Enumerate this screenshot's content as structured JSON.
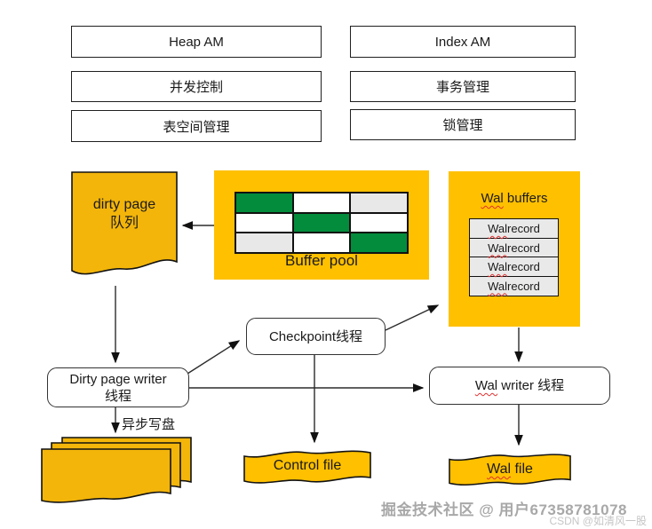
{
  "colors": {
    "panel_yellow": "#FFC000",
    "doc_yellow": "#F3B50A",
    "cell_green": "#028C3C",
    "cell_gray": "#E8E8E8",
    "cell_white": "#FFFFFF",
    "record_gray": "#E9E9E9",
    "squiggle_red": "#E03131",
    "line_color": "#2b2b2b"
  },
  "top_modules": {
    "left": [
      "Heap AM",
      "并发控制",
      "表空间管理"
    ],
    "right": [
      "Index AM",
      "事务管理",
      "锁管理"
    ]
  },
  "dirty_page_queue": {
    "line1": "dirty page",
    "line2": "队列"
  },
  "buffer_pool": {
    "label": "Buffer pool",
    "grid": [
      [
        "green",
        "white",
        "gray"
      ],
      [
        "white",
        "green",
        "white"
      ],
      [
        "gray",
        "white",
        "green"
      ]
    ]
  },
  "wal_buffers": {
    "title_flagged": "Wal",
    "title_rest": " buffers",
    "records": [
      {
        "flagged": "Wal",
        "rest": " record"
      },
      {
        "flagged": "Wal",
        "rest": " record"
      },
      {
        "flagged": "Wal",
        "rest": " record"
      },
      {
        "flagged": "Wal",
        "rest": " record"
      }
    ]
  },
  "checkpoint_thread": {
    "label": "Checkpoint线程"
  },
  "dirty_page_writer": {
    "line1": "Dirty page writer",
    "line2": "线程"
  },
  "wal_writer_thread": {
    "flagged": "Wal",
    "rest": " writer 线程"
  },
  "labels": {
    "async_write": "异步写盘"
  },
  "control_file": {
    "label": "Control file"
  },
  "wal_file": {
    "flagged": "Wal",
    "rest": " file"
  },
  "watermark": {
    "line1": "掘金技术社区 @ 用户67358781078",
    "line2": "CSDN @如清风一股"
  }
}
